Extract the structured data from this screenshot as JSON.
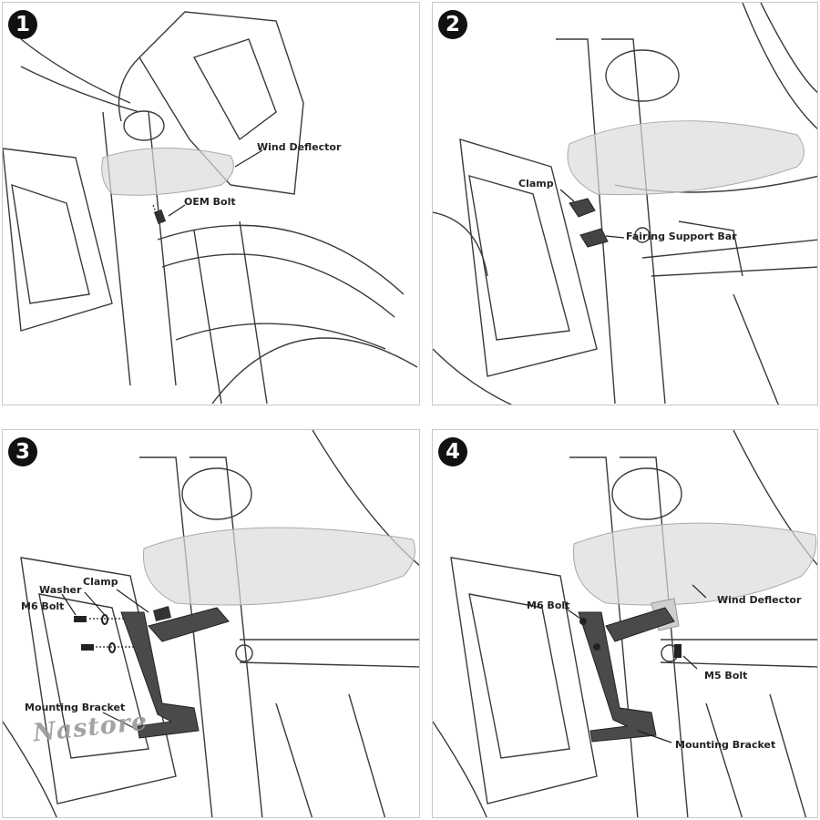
{
  "steps": [
    {
      "number": "1",
      "labels": {
        "wind_deflector": "Wind Deflector",
        "oem_bolt": "OEM Bolt"
      }
    },
    {
      "number": "2",
      "labels": {
        "clamp": "Clamp",
        "fairing_support_bar": "Fairing Support Bar"
      }
    },
    {
      "number": "3",
      "labels": {
        "washer": "Washer",
        "m6_bolt": "M6 Bolt",
        "clamp": "Clamp",
        "mounting_bracket": "Mounting Bracket"
      }
    },
    {
      "number": "4",
      "labels": {
        "m6_bolt": "M6 Bolt",
        "wind_deflector": "Wind Deflector",
        "m5_bolt": "M5 Bolt",
        "mounting_bracket": "Mounting Bracket"
      }
    }
  ],
  "watermark": "Nastore",
  "colors": {
    "line": "#3a3a3a",
    "deflector": "#d9d9d9",
    "bracket": "#4a4a4a",
    "badge": "#111111"
  }
}
